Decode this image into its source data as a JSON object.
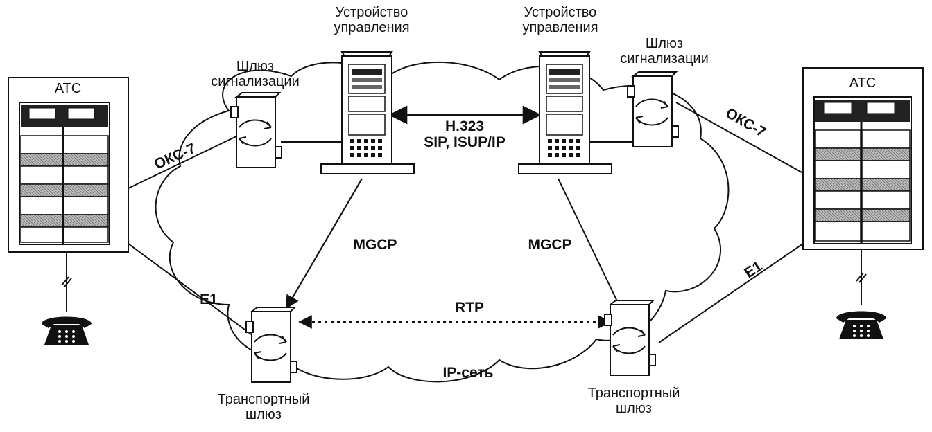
{
  "labels": {
    "control_left": [
      "Устройство",
      "управления"
    ],
    "control_right": [
      "Устройство",
      "управления"
    ],
    "signal_gw_left": [
      "Шлюз",
      "сигнализации"
    ],
    "signal_gw_right": [
      "Шлюз",
      "сигнализации"
    ],
    "pbx_left": "АТС",
    "pbx_right": "АТС",
    "transport_gw_left": [
      "Транспортный",
      "шлюз"
    ],
    "transport_gw_right": [
      "Транспортный",
      "шлюз"
    ],
    "oks7_left": "ОКС-7",
    "oks7_right": "ОКС-7",
    "e1_left": "E1",
    "e1_right": "E1",
    "protocols_line1": "H.323",
    "protocols_line2": "SIP, ISUP/IP",
    "mgcp_left": "MGCP",
    "mgcp_right": "MGCP",
    "rtp": "RTP",
    "network": "IP-сеть"
  },
  "icons": [
    "pbx-cabinet",
    "server-tower",
    "gateway-box",
    "telephone"
  ]
}
